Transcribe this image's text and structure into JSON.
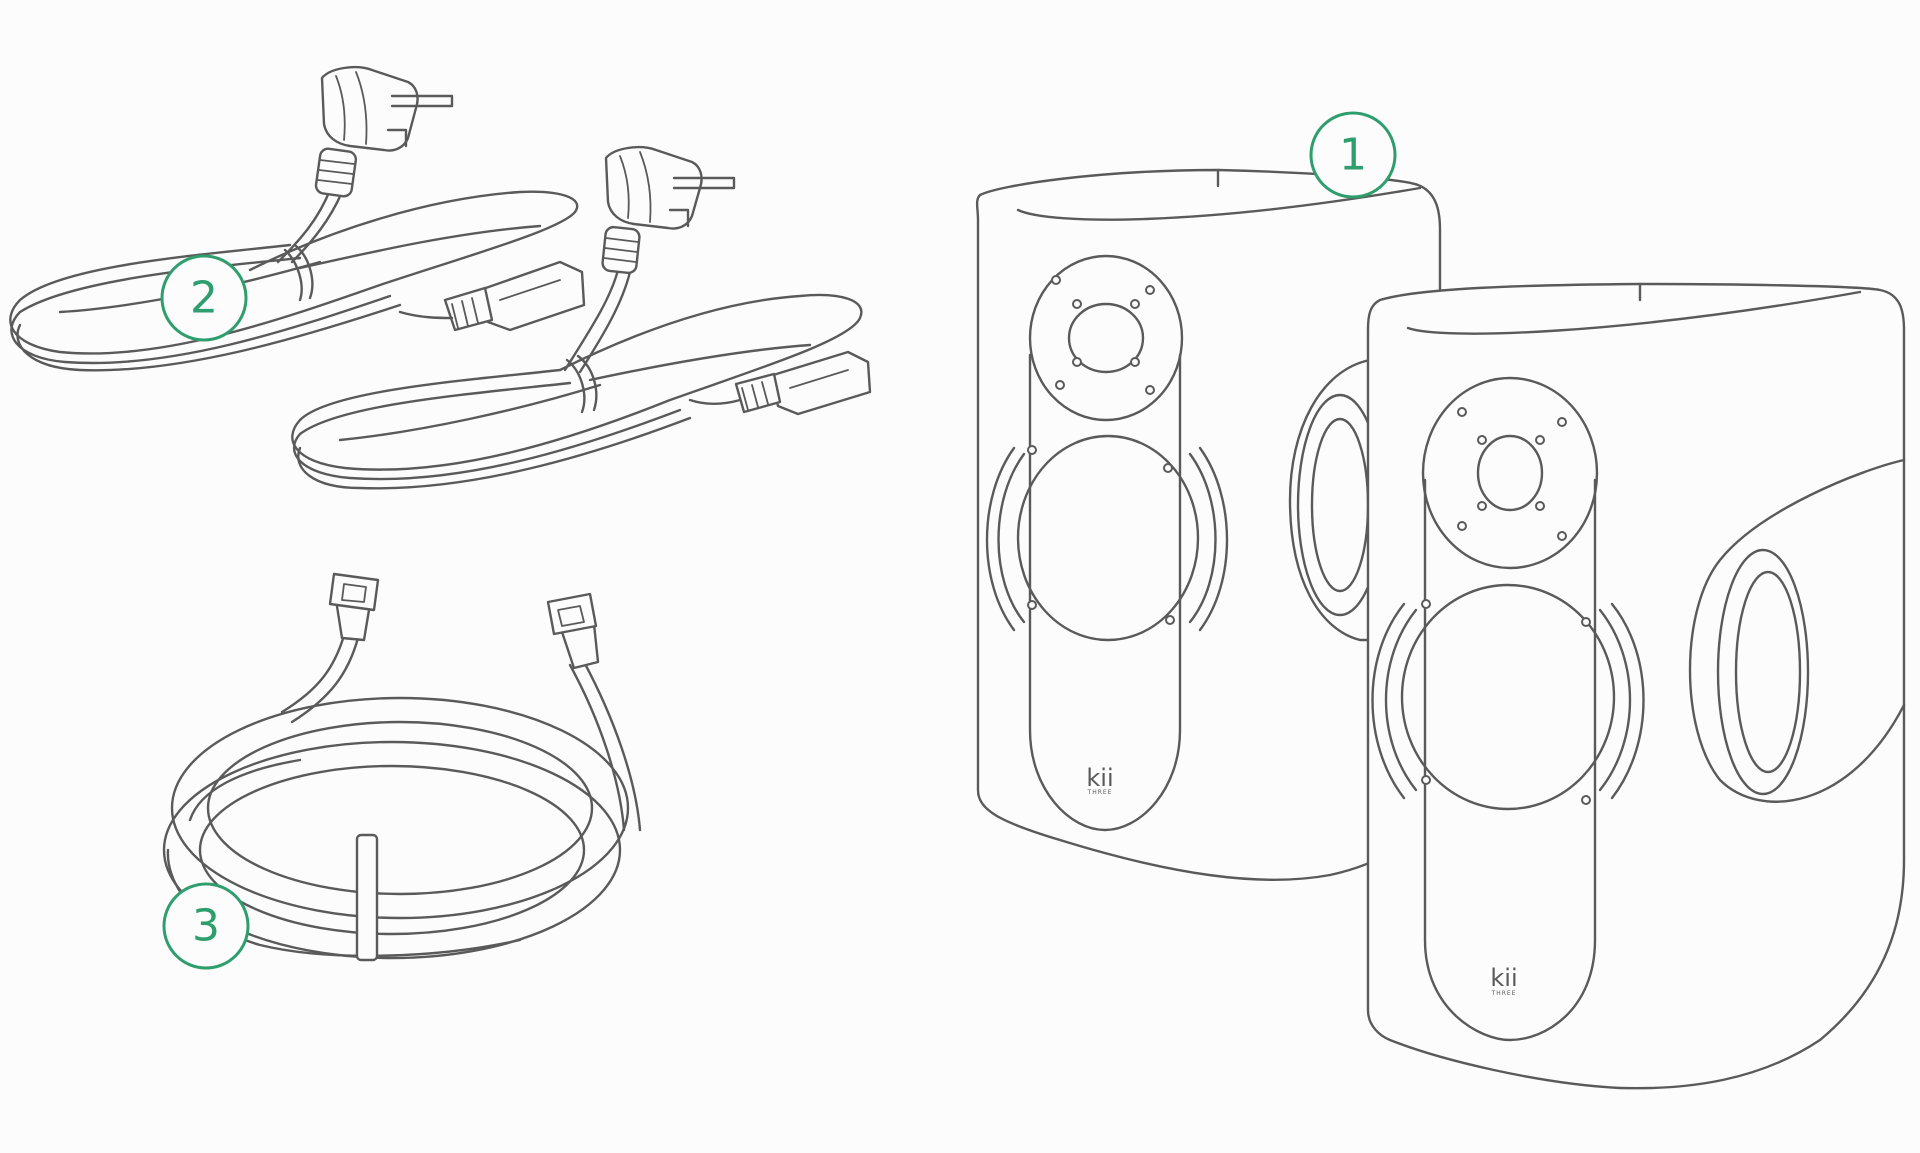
{
  "callouts": [
    {
      "number": "1",
      "item": "speakers",
      "color": "#2f9e6e"
    },
    {
      "number": "2",
      "item": "power-cables",
      "color": "#2f9e6e"
    },
    {
      "number": "3",
      "item": "network-cable",
      "color": "#2f9e6e"
    }
  ],
  "speakers": {
    "logo_text": "kii",
    "logo_subtext": "THREE"
  },
  "colors": {
    "line": "#5a5a5a",
    "accent": "#2f9e6e",
    "background": "#fcfcfc"
  }
}
